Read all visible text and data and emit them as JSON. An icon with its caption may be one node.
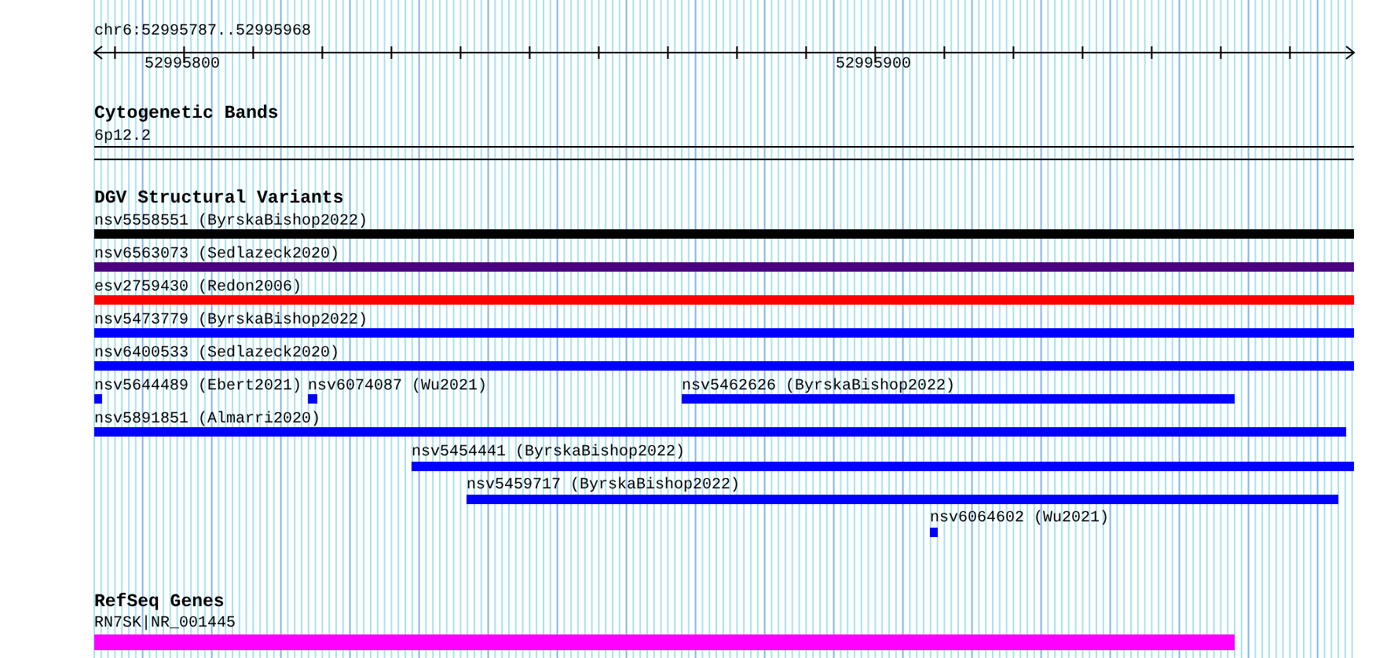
{
  "diagram": {
    "labels": [
      "chr6:52995787..52995968",
      "52995800",
      "52995900",
      "Cytogenetic Bands",
      "6p12.2",
      "DGV Structural Variants",
      "nsv5558551 (ByrskaBishop2022)",
      "nsv6563073 (Sedlazeck2020)",
      "esv2759430 (Redon2006)",
      "nsv5473779 (ByrskaBishop2022)",
      "nsv6400533 (Sedlazeck2020)",
      "nsv5644489 (Ebert2021)",
      "nsv6074087 (Wu2021)",
      "nsv5462626 (ByrskaBishop2022)",
      "nsv5891851 (Almarri2020)",
      "nsv5454441 (ByrskaBishop2022)",
      "nsv5459717 (ByrskaBishop2022)",
      "nsv6064602 (Wu2021)",
      "RefSeq Genes",
      "RN7SK|NR_001445"
    ]
  }
}
